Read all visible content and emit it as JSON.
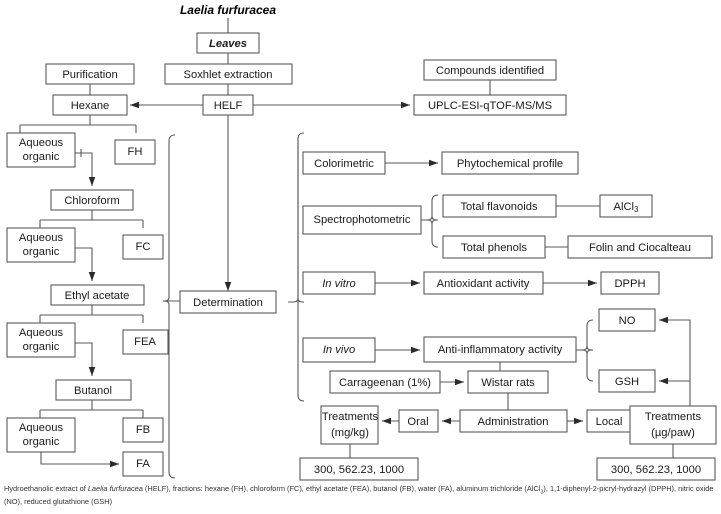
{
  "diagram": {
    "title": "Laelia furfuracea",
    "type": "flowchart",
    "nodes": {
      "leaves": "Leaves",
      "soxhlet": "Soxhlet extraction",
      "purification": "Purification",
      "hexane": "Hexane",
      "helf": "HELF",
      "compounds_identified": "Compounds identified",
      "uplc": "UPLC-ESI-qTOF-MS/MS",
      "aqueous_organic_1": "Aqueous\norganic",
      "aqueous_organic_1a": "Aqueous",
      "aqueous_organic_1b": "organic",
      "fh": "FH",
      "chloroform": "Chloroform",
      "fc": "FC",
      "ethyl_acetate": "Ethyl acetate",
      "fea": "FEA",
      "butanol": "Butanol",
      "fb": "FB",
      "fa": "FA",
      "determination": "Determination",
      "colorimetric": "Colorimetric",
      "phytochemical_profile": "Phytochemical profile",
      "spectrophotometric": "Spectrophotometric",
      "total_flavonoids": "Total flavonoids",
      "alcl3": "AlCl",
      "alcl3_sub": "3",
      "total_phenols": "Total phenols",
      "folin": "Folin and Ciocalteau",
      "in_vitro": "In vitro",
      "antioxidant_activity": "Antioxidant activity",
      "dpph": "DPPH",
      "in_vivo": "In vivo",
      "anti_inflammatory": "Anti-inflammatory activity",
      "no": "NO",
      "gsh": "GSH",
      "carrageenan": "Carrageenan (1%)",
      "wistar_rats": "Wistar rats",
      "administration": "Administration",
      "oral": "Oral",
      "local": "Local",
      "treatments_left_l1": "Treatments",
      "treatments_left_l2": "(mg/kg)",
      "treatments_right_l1": "Treatments",
      "treatments_right_l2": "(µg/paw)",
      "doses_left": "300, 562.23, 1000",
      "doses_right": "300, 562.23, 1000"
    },
    "footnote": {
      "part1": "Hydroethanolic extract of ",
      "species": "Laelia furfuracea",
      "part2": " (HELF), fractions: hexane (FH), chloroform (FC), ethyl acetate (FEA), butanol (FB), water (FA), aluminum trichloride (AlCl",
      "sub": "3",
      "part3": "), 1,1-diphenyl-2-picryl-hydrazyl (DPPH), nitric oxide (NO), reduced glutathione (GSH)"
    },
    "colors": {
      "box_stroke": "#595959",
      "line": "#595959",
      "text": "#1a1a1a",
      "background": "#ffffff"
    }
  }
}
